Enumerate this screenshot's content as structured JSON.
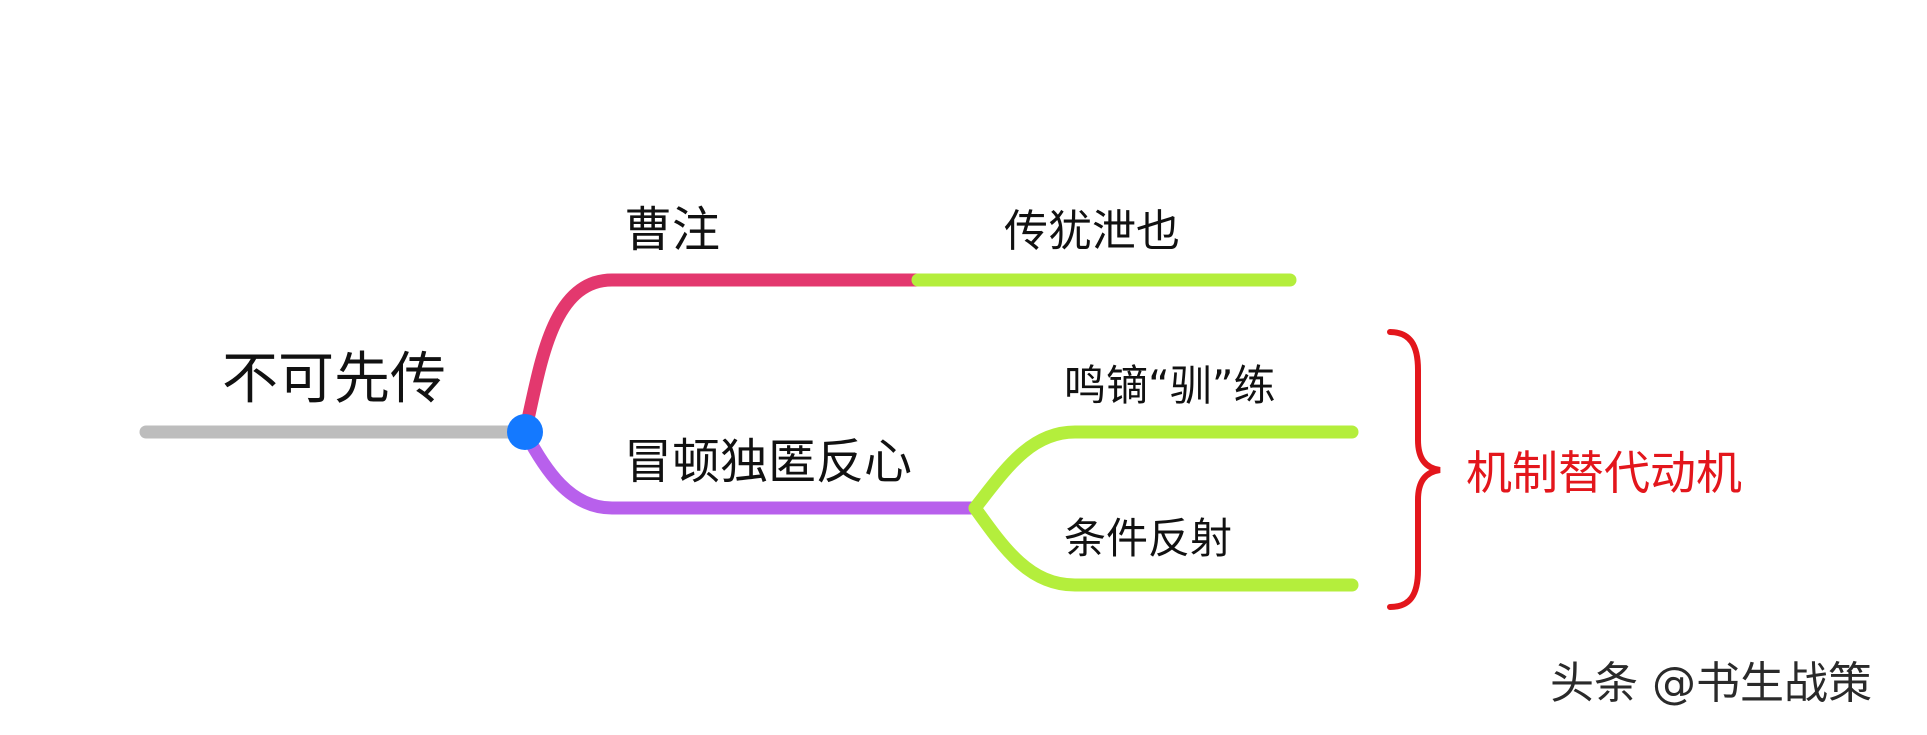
{
  "diagram": {
    "root": {
      "label": "不可先传"
    },
    "branches": [
      {
        "label": "曹注",
        "children": [
          {
            "label": "传犹泄也"
          }
        ]
      },
      {
        "label": "冒顿独匿反心",
        "children": [
          {
            "label": "鸣镝“驯”练"
          },
          {
            "label": "条件反射"
          }
        ]
      }
    ],
    "brace": {
      "label": "机制替代动机"
    }
  },
  "watermark": {
    "label": "头条 @书生战策"
  },
  "colors": {
    "root_line": "#bdbdbd",
    "hub": "#1479ff",
    "branch1": "#e3386e",
    "branch2": "#b860ec",
    "leaf": "#b4ee3c",
    "brace": "#e3161c"
  }
}
